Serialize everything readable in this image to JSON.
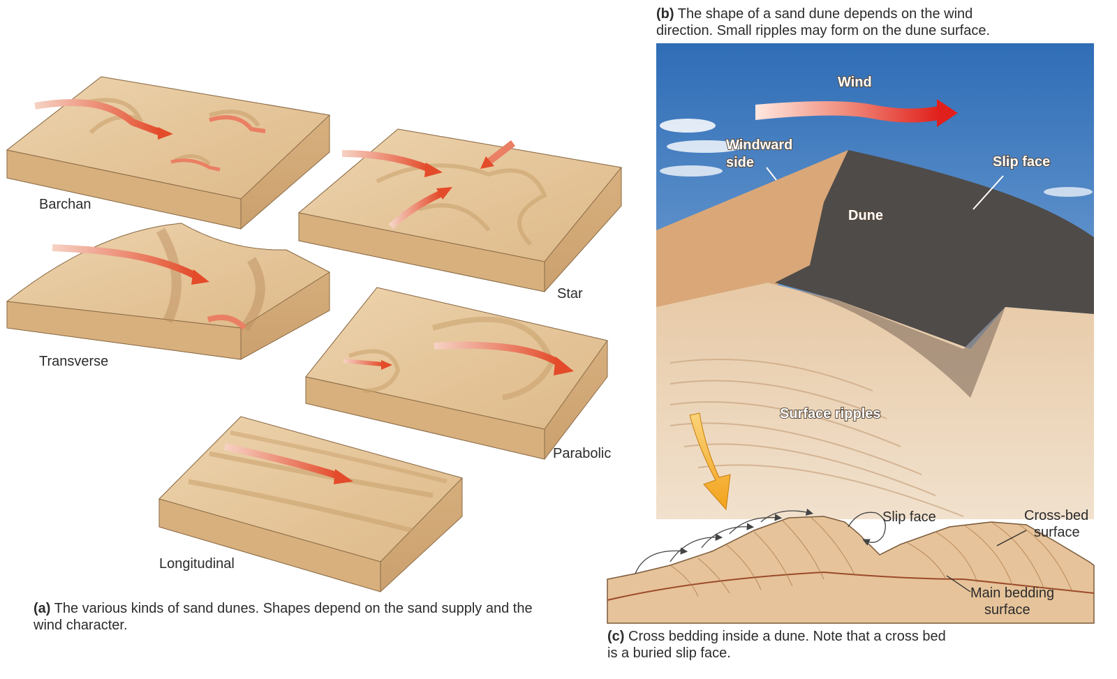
{
  "panel_a": {
    "caption_letter": "(a)",
    "caption_text": "The various kinds of sand dunes. Shapes depend on the sand supply and the wind character.",
    "labels": {
      "barchan": "Barchan",
      "star": "Star",
      "transverse": "Transverse",
      "parabolic": "Parabolic",
      "longitudinal": "Longitudinal"
    }
  },
  "panel_b": {
    "caption_letter": "(b)",
    "caption_line1": "The shape of a sand dune depends on the wind",
    "caption_line2": "direction. Small ripples may form on the dune surface.",
    "labels": {
      "wind": "Wind",
      "windward_line1": "Windward",
      "windward_line2": "side",
      "slip_face": "Slip face",
      "dune": "Dune",
      "surface_ripples": "Surface ripples"
    }
  },
  "panel_c": {
    "caption_letter": "(c)",
    "caption_line1": "Cross bedding inside a dune. Note that a cross bed",
    "caption_line2": "is a buried slip face.",
    "labels": {
      "slip_face": "Slip face",
      "cross_bed_line1": "Cross-bed",
      "cross_bed_line2": "surface",
      "main_bedding_line1": "Main bedding",
      "main_bedding_line2": "surface"
    }
  },
  "colors": {
    "sand_top": "#e6c79d",
    "sand_side": "#d9b384",
    "sand_dark": "#c49a69",
    "arrow": "#e8603c",
    "sky": "#4f86c6",
    "orange_arrow": "#f5a623"
  }
}
